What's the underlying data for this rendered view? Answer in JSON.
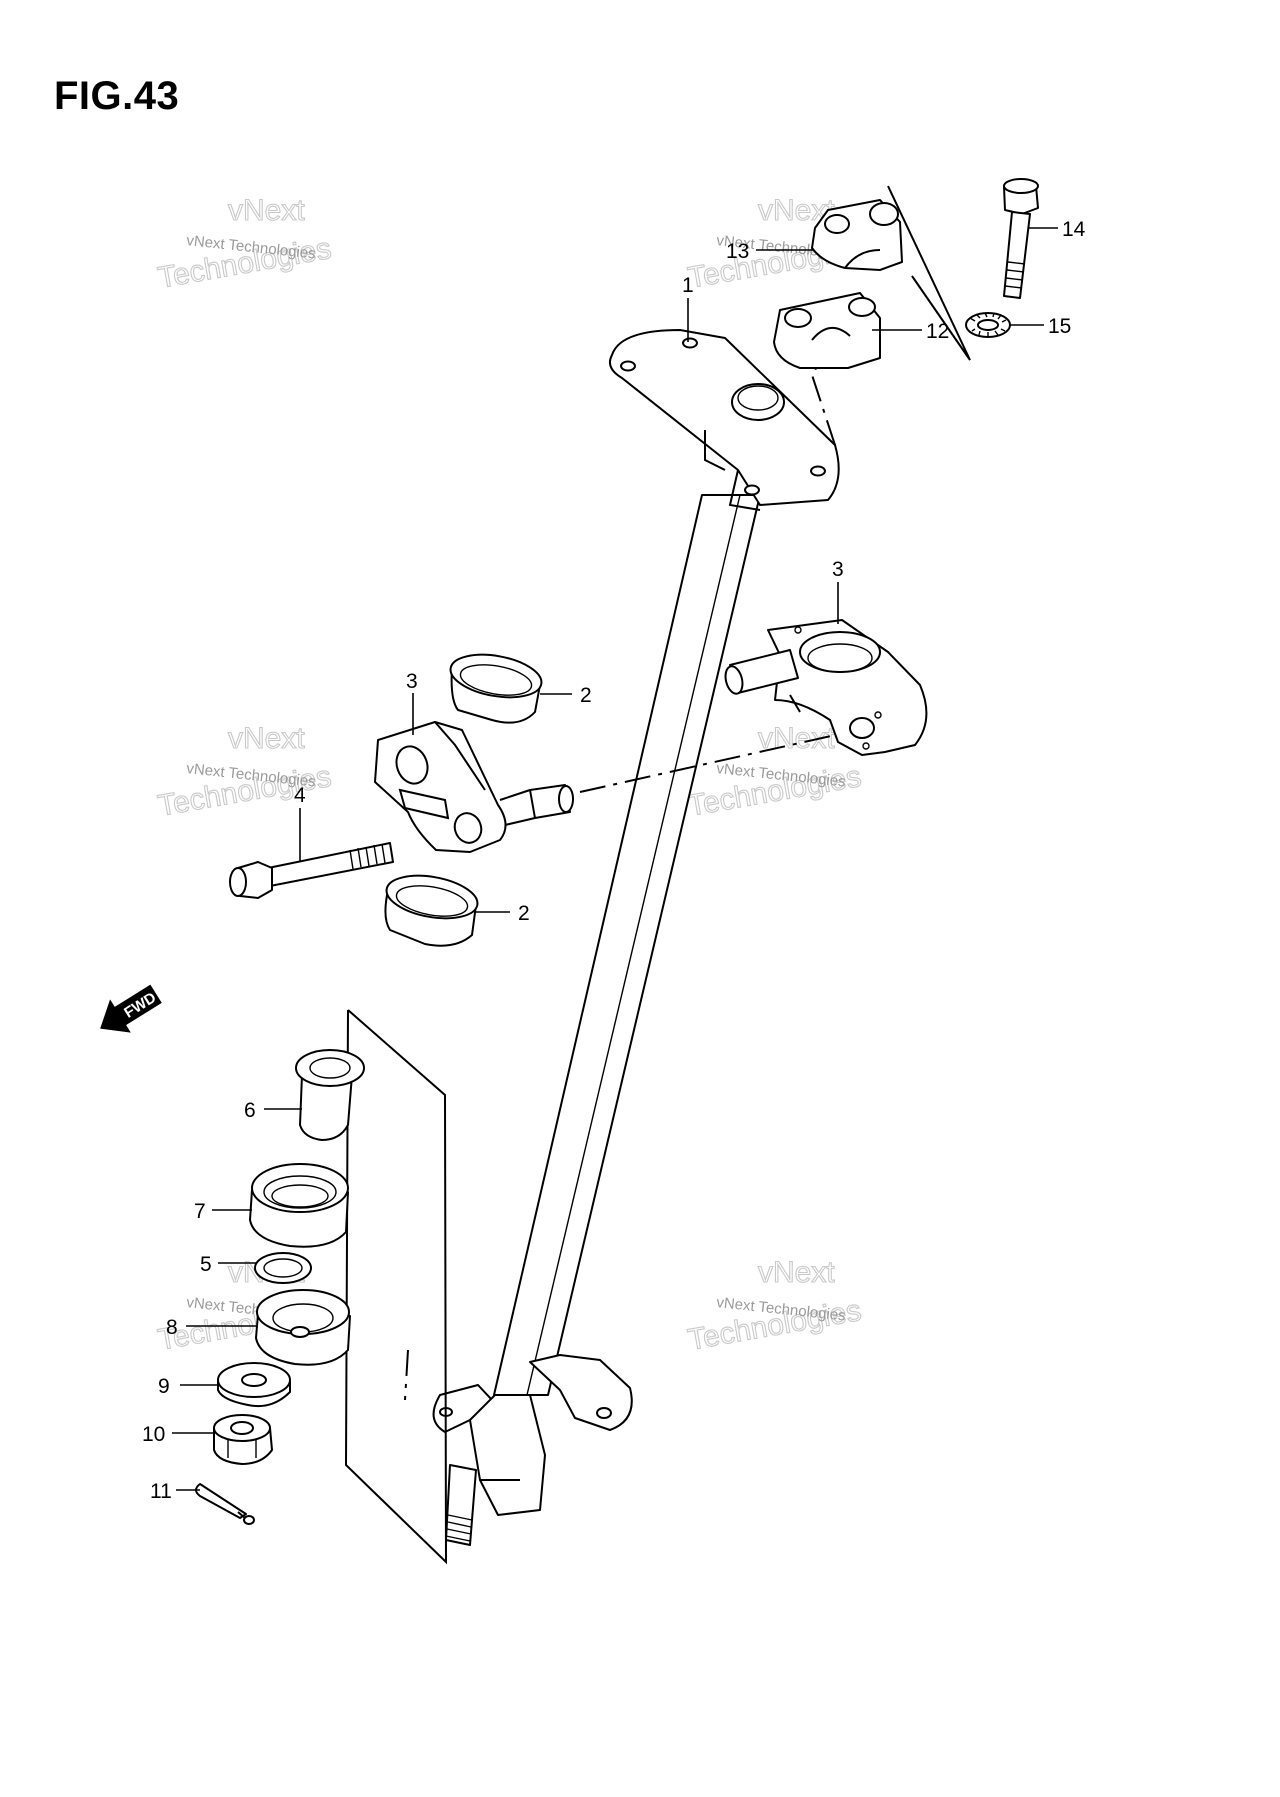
{
  "figure": {
    "title": "FIG.43"
  },
  "watermark": {
    "small": "vNext Technologies",
    "big_line1": "vNext",
    "big_line2": "Technologies"
  },
  "fwd_label": "FWD",
  "callouts": [
    {
      "id": "c1",
      "label": "1"
    },
    {
      "id": "c2a",
      "label": "2"
    },
    {
      "id": "c2b",
      "label": "2"
    },
    {
      "id": "c3a",
      "label": "3"
    },
    {
      "id": "c3b",
      "label": "3"
    },
    {
      "id": "c4",
      "label": "4"
    },
    {
      "id": "c5",
      "label": "5"
    },
    {
      "id": "c6",
      "label": "6"
    },
    {
      "id": "c7",
      "label": "7"
    },
    {
      "id": "c8",
      "label": "8"
    },
    {
      "id": "c9",
      "label": "9"
    },
    {
      "id": "c10",
      "label": "10"
    },
    {
      "id": "c11",
      "label": "11"
    },
    {
      "id": "c12",
      "label": "12"
    },
    {
      "id": "c13",
      "label": "13"
    },
    {
      "id": "c14",
      "label": "14"
    },
    {
      "id": "c15",
      "label": "15"
    }
  ]
}
